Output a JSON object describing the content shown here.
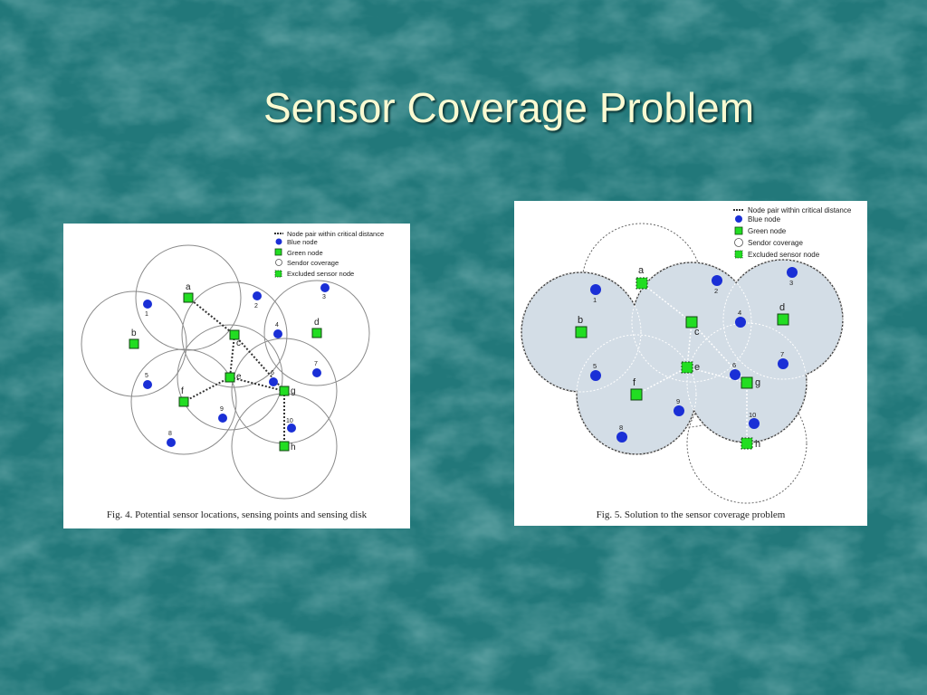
{
  "slide": {
    "title": "Sensor Coverage Problem",
    "colors": {
      "background": "#22787a",
      "title": "#fafad2",
      "blue_node": "#1a2fd6",
      "green_node": "#22dd22",
      "coverage_fill": "#d3dde6"
    }
  },
  "fig4": {
    "caption": "Fig. 4.   Potential sensor locations, sensing points and sensing disk",
    "legend": [
      "Node pair within critical distance",
      "Blue node",
      "Green node",
      "Sendor coverage",
      "Excluded sensor node"
    ],
    "green_labels": [
      "a",
      "b",
      "c",
      "d",
      "e",
      "f",
      "g",
      "h"
    ],
    "blue_labels": [
      "1",
      "2",
      "3",
      "4",
      "5",
      "6",
      "7",
      "8",
      "9",
      "10"
    ]
  },
  "fig5": {
    "caption": "Fig. 5.   Solution to the sensor coverage problem",
    "legend": [
      "Node pair within critical distance",
      "Blue node",
      "Green node",
      "Sendor coverage",
      "Excluded sensor node"
    ],
    "green_labels": [
      "a",
      "b",
      "c",
      "d",
      "e",
      "f",
      "g",
      "h"
    ],
    "blue_labels": [
      "1",
      "2",
      "3",
      "4",
      "5",
      "6",
      "7",
      "8",
      "9",
      "10"
    ],
    "excluded": [
      "a",
      "e",
      "h"
    ]
  }
}
